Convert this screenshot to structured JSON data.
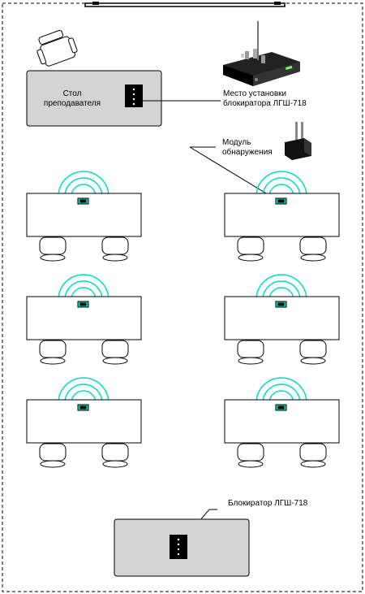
{
  "labels": {
    "teacher_desk_line1": "Стол",
    "teacher_desk_line2": "преподавателя",
    "blocker_place_line1": "Место установки",
    "blocker_place_line2": "блокиратора ЛГШ-718",
    "module_line1": "Модуль",
    "module_line2": "обнаружения",
    "blocker_bottom": "Блокиратор ЛГШ-718"
  },
  "colors": {
    "desk_gray": "#d4d4d4",
    "wave": "#00e0c0",
    "border_dash": "#000000",
    "device": "#000000"
  },
  "icons": {
    "chair": "chair-icon",
    "blocker_device": "jammer-device-icon",
    "module_device": "detection-module-icon",
    "signal": "signal-waves-icon"
  }
}
